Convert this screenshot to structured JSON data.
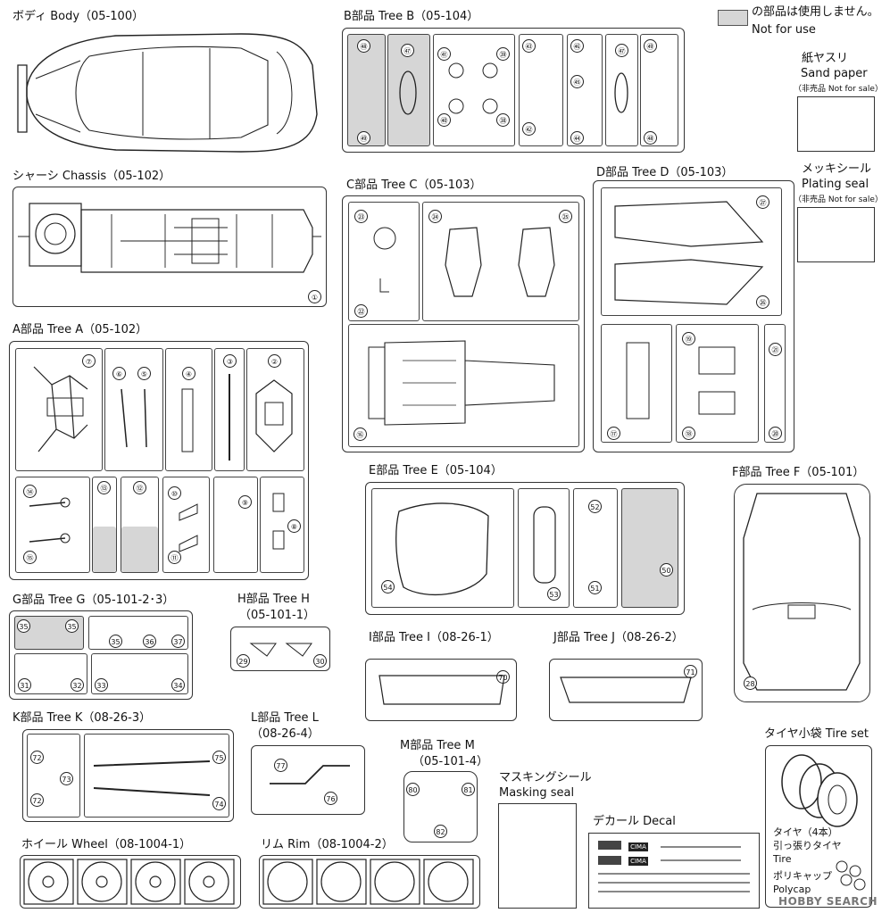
{
  "legend": {
    "line1": "の部品は使用しません。",
    "line2": "Not for use"
  },
  "body": {
    "label": "ボディ Body（05-100）"
  },
  "chassis": {
    "label": "シャーシ Chassis（05-102）",
    "num": "①"
  },
  "tree_a": {
    "label": "A部品 Tree A（05-102）",
    "nums": [
      "⑦",
      "⑥",
      "⑤",
      "④",
      "③",
      "②",
      "⑭",
      "⑮",
      "⑬",
      "⑫",
      "⑩",
      "⑪",
      "⑨",
      "⑧"
    ]
  },
  "tree_b": {
    "label": "B部品 Tree B（05-104）",
    "nums": [
      "㊽",
      "㊾",
      "㊼",
      "㊶",
      "㊵",
      "㊴",
      "㊳",
      "㊸",
      "㊷",
      "㊻",
      "㊺",
      "㊹",
      "㊼",
      "㊽",
      "㊾"
    ]
  },
  "tree_c": {
    "label": "C部品 Tree C（05-103）",
    "nums": [
      "㉓",
      "㉒",
      "㉔",
      "㉕",
      "⑯"
    ]
  },
  "tree_d": {
    "label": "D部品 Tree D（05-103）",
    "nums": [
      "㉗",
      "㉖",
      "⑰",
      "⑲",
      "⑱",
      "㉑",
      "⑳"
    ]
  },
  "tree_e": {
    "label": "E部品 Tree E（05-104）",
    "nums": [
      "54",
      "53",
      "52",
      "51",
      "50"
    ]
  },
  "tree_f": {
    "label": "F部品 Tree F（05-101）",
    "num": "28"
  },
  "tree_g": {
    "label": "G部品 Tree G（05-101-2･3）",
    "nums": [
      "35",
      "35",
      "35",
      "36",
      "37",
      "31",
      "32",
      "33",
      "34"
    ]
  },
  "tree_h": {
    "label1": "H部品 Tree H",
    "label2": "（05-101-1）",
    "nums": [
      "29",
      "30"
    ]
  },
  "tree_i": {
    "label": "I部品 Tree I（08-26-1）",
    "num": "70"
  },
  "tree_j": {
    "label": "J部品 Tree J（08-26-2）",
    "num": "71"
  },
  "tree_k": {
    "label": "K部品 Tree K（08-26-3）",
    "nums": [
      "72",
      "73",
      "72",
      "75",
      "74"
    ]
  },
  "tree_l": {
    "label1": "L部品 Tree L",
    "label2": "（08-26-4）",
    "nums": [
      "77",
      "76"
    ]
  },
  "tree_m": {
    "label1": "M部品 Tree M",
    "label2": "（05-101-4）",
    "nums": [
      "80",
      "81",
      "82"
    ]
  },
  "sandpaper": {
    "jp": "紙ヤスリ",
    "en": "Sand paper",
    "note": "（非売品 Not for sale）"
  },
  "plating": {
    "jp": "メッキシール",
    "en": "Plating seal",
    "note": "（非売品 Not for sale）"
  },
  "tire_set": {
    "label": "タイヤ小袋 Tire set",
    "tire_jp": "タイヤ（4本）",
    "tire_jp2": "引っ張りタイヤ",
    "tire_en": "Tire",
    "cap_jp": "ポリキャップ",
    "cap_en": "Polycap"
  },
  "masking": {
    "jp": "マスキングシール",
    "en": "Masking seal"
  },
  "decal": {
    "label": "デカール Decal",
    "brand": "CIMA"
  },
  "wheel": {
    "label": "ホイール Wheel（08-1004-1）"
  },
  "rim": {
    "label": "リム Rim（08-1004-2）"
  },
  "watermark": "HOBBY SEARCH"
}
